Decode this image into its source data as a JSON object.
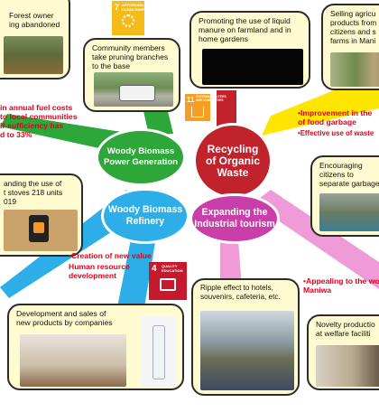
{
  "center": {
    "woody_power": "Woody Biomass\nPower Generation",
    "organic_waste": "Recycling\nof Organic\nWaste",
    "refinery": "Woody Biomass\nRefinery",
    "tourism": "Expanding the\nIndustrial tourism"
  },
  "bubbles": {
    "forest_owner": "Forest owner\ning abandoned",
    "community": "Community members\ntake pruning branches\nto the base",
    "liquid_manure": "Promoting the use of liquid\nmanure on farmland and in\nhome gardens",
    "selling": "Selling agricu\nproducts from\ncitizens and s\nfarms in Mani",
    "separate": "Encouraging\ncitizens to\nseparate garbage",
    "wood_stoves": "anding the use of\nt stoves 218 units\n019",
    "dev_sales": "Development and sales of\nnew products by companies",
    "ripple": "Ripple effect to hotels,\nsouvenirs, cafeteria, etc.",
    "novelty": "Novelty productio\nat welfare faciliti"
  },
  "red_notes": {
    "fuel_costs": "in annual fuel costs\nto local communities\nlf-sufficiency has\nd to 33%",
    "food_garbage": "Improvement in the\nof food garbage",
    "waste_use": "Effective use of waste",
    "new_value": "Creation of new value",
    "human_resource": "Human resource\ndevelopment",
    "appealing": "Appealing to the wo\nManiwa"
  },
  "sdg_badges": {
    "energy": {
      "number": "7",
      "label": "AFFORDABLE AND\nCLEAN ENERGY",
      "color": "#f4bb1a"
    },
    "cities": {
      "number": "11",
      "label": "SUSTAINABLE CITIES\nAND COMMUNITIES",
      "color": "#f59e23"
    },
    "education": {
      "number": "4",
      "label": "QUALITY\nEDUCATION",
      "color": "#c5192d"
    }
  },
  "colors": {
    "green": "#2da63a",
    "red": "#c0232b",
    "blue": "#2eaee8",
    "magenta": "#c93ea8",
    "yellow": "#ffe600",
    "bubble_fill": "#fffbd0"
  }
}
